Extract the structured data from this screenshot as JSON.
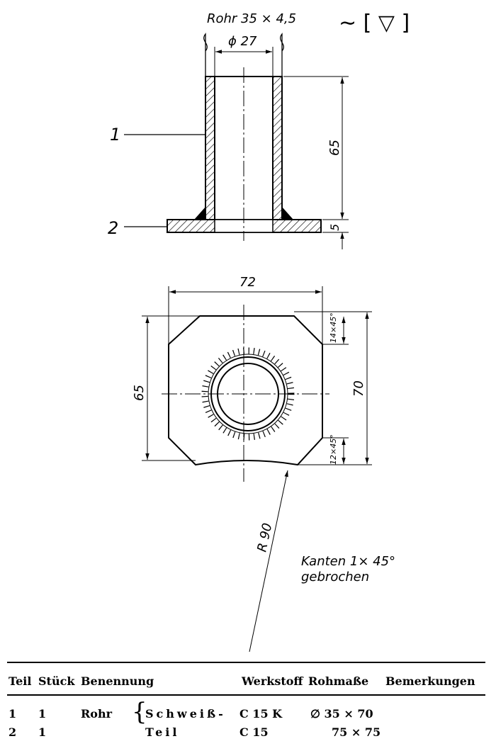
{
  "drawing": {
    "surface_symbol": "∼ [ ▽ ]",
    "tube_label": "Rohr 35 × 4,5",
    "inner_diameter": "ϕ 27",
    "height_dim": "65",
    "plate_dim": "5",
    "part1_callout": "1",
    "part2_callout": "2",
    "width_dim": "72",
    "height_left_dim": "65",
    "height_right_dim": "70",
    "chamfer_top": "14×45°",
    "chamfer_bottom": "12×45°",
    "radius_dim": "R 90",
    "note_line1": "Kanten 1× 45°",
    "note_line2": "gebrochen"
  },
  "table": {
    "headers": {
      "teil": "Teil",
      "stueck": "Stück",
      "benennung": "Benennung",
      "werkstoff": "Werkstoff",
      "rohmasse": "Rohmaße",
      "bemerkungen": "Bemerkungen"
    },
    "group_label": "Schweiß-Teil",
    "group_label_line1": "Schweiß-",
    "group_label_line2": "Teil",
    "rows": [
      {
        "teil": "1",
        "stueck": "1",
        "benennung": "Rohr",
        "werkstoff": "C 15 K",
        "rohmasse": "∅ 35 × 70"
      },
      {
        "teil": "2",
        "stueck": "1",
        "benennung": "",
        "werkstoff": "C 15",
        "rohmasse": "75 × 75"
      }
    ]
  }
}
